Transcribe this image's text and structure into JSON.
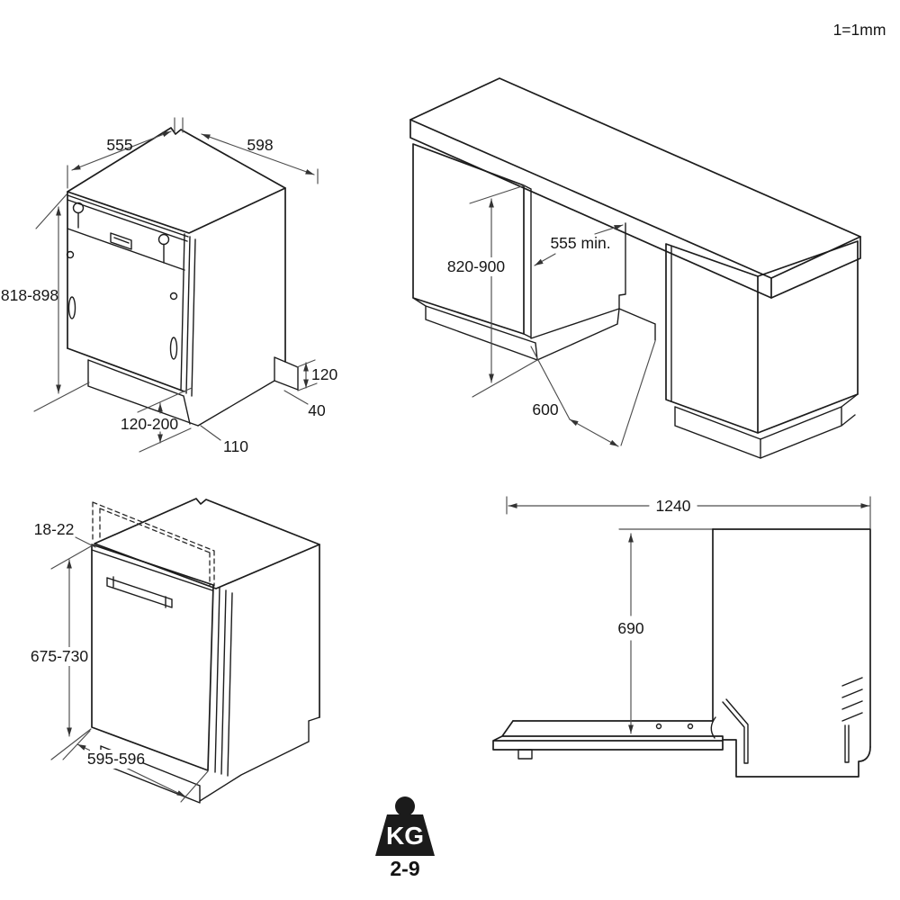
{
  "scale_note": "1=1mm",
  "appliance_iso": {
    "width": "555",
    "depth": "598",
    "height": "818-898",
    "rear_foot_height": "120",
    "rear_foot_depth": "40",
    "plinth_height": "120-200",
    "plinth_depth": "110"
  },
  "niche": {
    "height": "820-900",
    "depth": "555 min.",
    "width": "600"
  },
  "front_panel": {
    "thickness": "18-22",
    "height": "675-730",
    "width": "595-596"
  },
  "door_open": {
    "total_depth": "1240",
    "clearance_height": "690"
  },
  "weight": {
    "unit": "KG",
    "range": "2-9"
  }
}
